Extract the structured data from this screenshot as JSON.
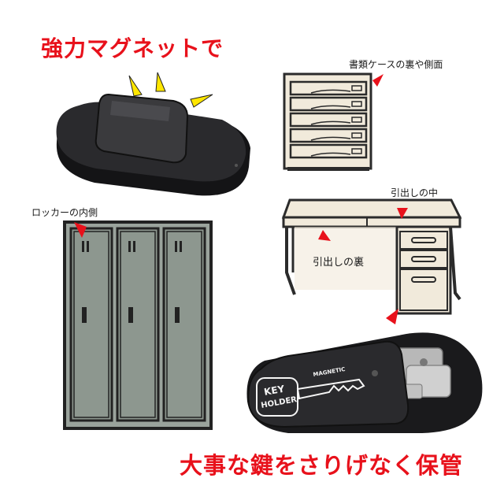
{
  "headline_top": "強力マグネットで",
  "headline_bottom": "大事な鍵をさりげなく保管",
  "captions": {
    "file_cabinet": "書類ケースの裏や側面",
    "drawer_inside": "引出しの中",
    "locker_inside": "ロッカーの内側",
    "drawer_underside": "引出しの裏"
  },
  "product_label": {
    "line1": "KEY",
    "line2": "HOLDER",
    "magnetic": "MAGNETIC"
  },
  "colors": {
    "headline": "#e8111b",
    "arrow": "#e8111b",
    "burst": "#ffe600",
    "locker": "#8d978f",
    "cabinet": "#f1eadb",
    "holder": "#1f1f21"
  },
  "icons": [
    "magnet-holder-icon",
    "file-cabinet-icon",
    "desk-icon",
    "locker-icon",
    "key-holder-open-icon"
  ]
}
